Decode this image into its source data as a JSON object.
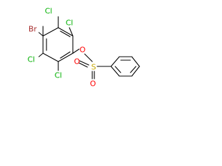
{
  "molecule": {
    "atoms": [
      {
        "id": "br",
        "text": "Br",
        "color": "#a52a2a"
      },
      {
        "id": "cl_top_left",
        "text": "Cl",
        "color": "#00b000"
      },
      {
        "id": "cl_top_right",
        "text": "Cl",
        "color": "#00b000"
      },
      {
        "id": "cl_bottom_left",
        "text": "Cl",
        "color": "#00b000"
      },
      {
        "id": "cl_bottom_right",
        "text": "Cl",
        "color": "#00b000"
      },
      {
        "id": "o_ether",
        "text": "O",
        "color": "#ff0000"
      },
      {
        "id": "s",
        "text": "S",
        "color": "#c8a800"
      },
      {
        "id": "o_sulfonyl_top",
        "text": "O",
        "color": "#ff0000"
      },
      {
        "id": "o_sulfonyl_bottom",
        "text": "O",
        "color": "#ff0000"
      }
    ],
    "bond_color": "#000000"
  }
}
